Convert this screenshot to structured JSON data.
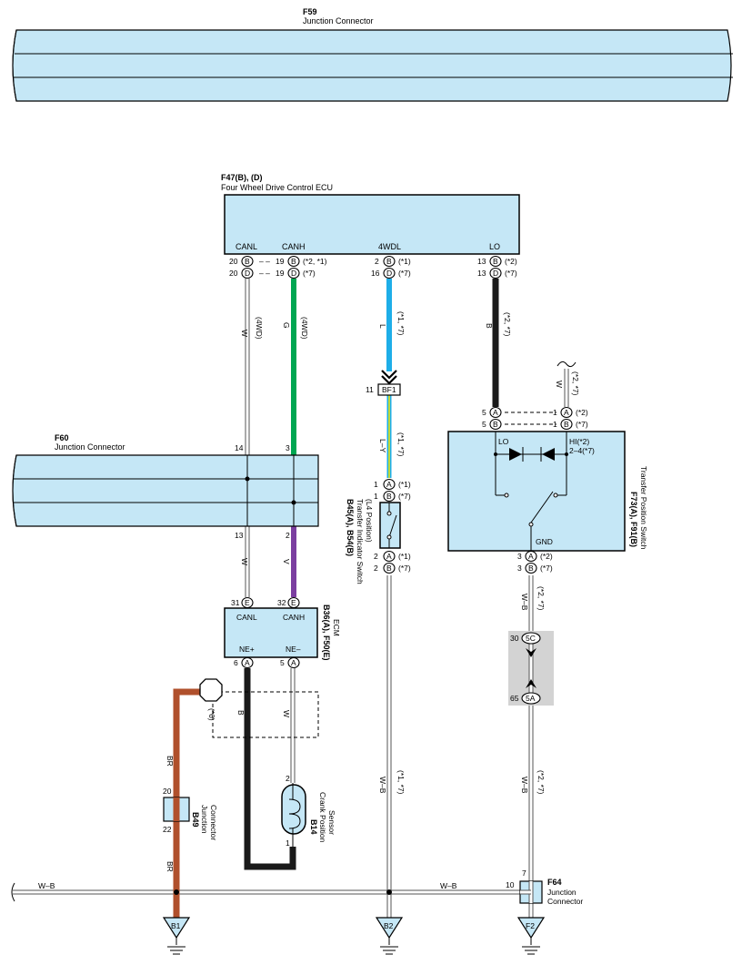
{
  "connectors": {
    "f59": {
      "code": "F59",
      "name": "Junction Connector"
    },
    "f47": {
      "code": "F47(B), (D)",
      "name": "Four Wheel Drive Control ECU",
      "canl": "CANL",
      "canh": "CANH",
      "wdl": "4WDL",
      "lo": "LO"
    },
    "f60": {
      "code": "F60",
      "name": "Junction Connector",
      "p14": "14",
      "p3": "3",
      "p13": "13",
      "p2": "2"
    },
    "b36": {
      "code": "B36(A), F50(E)",
      "name": "ECM",
      "canl": "CANL",
      "canh": "CANH",
      "nep": "NE+",
      "nem": "NE–"
    },
    "b45": {
      "code": "B45(A), B54(B)",
      "name1": "Transfer Indicator Switch",
      "name2": "(L4 Position)"
    },
    "f73": {
      "code": "F73(A), F91(B)",
      "name": "Transfer Position Switch",
      "lo": "LO",
      "hi1": "HI(*2)",
      "hi2": "2–4(*7)",
      "gnd": "GND"
    },
    "b14": {
      "code": "B14",
      "name1": "Crank Position",
      "name2": "Sensor"
    },
    "b49": {
      "code": "B49",
      "name1": "Junction",
      "name2": "Connector"
    },
    "f64": {
      "code": "F64",
      "name1": "Junction",
      "name2": "Connector"
    },
    "bf1": "BF1",
    "j5c": "5C",
    "j5a": "5A"
  },
  "pins": {
    "p20": "20",
    "p19": "19",
    "p2": "2",
    "p16": "16",
    "p13": "13",
    "p11": "11",
    "p1": "1",
    "p5": "5",
    "p3": "3",
    "p31": "31",
    "p32": "32",
    "p6": "6",
    "p30": "30",
    "p65": "65",
    "p7": "7",
    "p10": "10",
    "p22": "22",
    "A": "A",
    "B": "B",
    "D": "D",
    "E": "E"
  },
  "notes": {
    "n2_1": "(*2, *1)",
    "n7": "(*7)",
    "n1": "(*1)",
    "n2": "(*2)",
    "n1_7": "(*1, *7)",
    "n2_7": "(*2, *7)",
    "n6": "(*6)",
    "n4wd": "(4WD)",
    "dash": "– –"
  },
  "wire_labels": {
    "w": "W",
    "g": "G",
    "l": "L",
    "b": "B",
    "ly": "L–Y",
    "v": "V",
    "wb": "W–B",
    "br": "BR"
  },
  "grounds": {
    "b1": "B1",
    "b2": "B2",
    "f2": "F2"
  },
  "colors": {
    "connector_fill": "#c5e7f6",
    "green": "#00a651",
    "blue": "#1eaee8",
    "black": "#1a1a1a",
    "violet": "#7b3fa0",
    "brown": "#b0502c",
    "white_wire": "#ffffff",
    "grey_band": "#d3d3d3"
  }
}
